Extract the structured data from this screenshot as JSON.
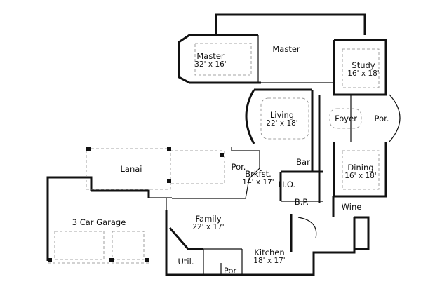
{
  "rooms": {
    "master_bedroom": {
      "name": "Master",
      "size": "32' x 16'"
    },
    "master_bath": {
      "name": "Master"
    },
    "study": {
      "name": "Study",
      "size": "16' x 18'"
    },
    "living": {
      "name": "Living",
      "size": "22' x 18'"
    },
    "foyer": {
      "name": "Foyer"
    },
    "front_porch": {
      "name": "Por."
    },
    "dining": {
      "name": "Dining",
      "size": "16' x 18'"
    },
    "bar": {
      "name": "Bar"
    },
    "home_office": {
      "name": "H.O."
    },
    "butler_pantry": {
      "name": "B.P."
    },
    "wine": {
      "name": "Wine"
    },
    "breakfast": {
      "name": "Brkfst.",
      "size": "14' x 17'"
    },
    "lanai": {
      "name": "Lanai"
    },
    "rear_porch": {
      "name": "Por."
    },
    "garage": {
      "name": "3 Car Garage"
    },
    "family": {
      "name": "Family",
      "size": "22' x 17'"
    },
    "kitchen": {
      "name": "Kitchen",
      "size": "18' x 17'"
    },
    "utility": {
      "name": "Util."
    },
    "side_porch": {
      "name": "Por"
    }
  },
  "colors": {
    "wall": "#111111",
    "dashed": "#888888",
    "background": "#ffffff"
  }
}
